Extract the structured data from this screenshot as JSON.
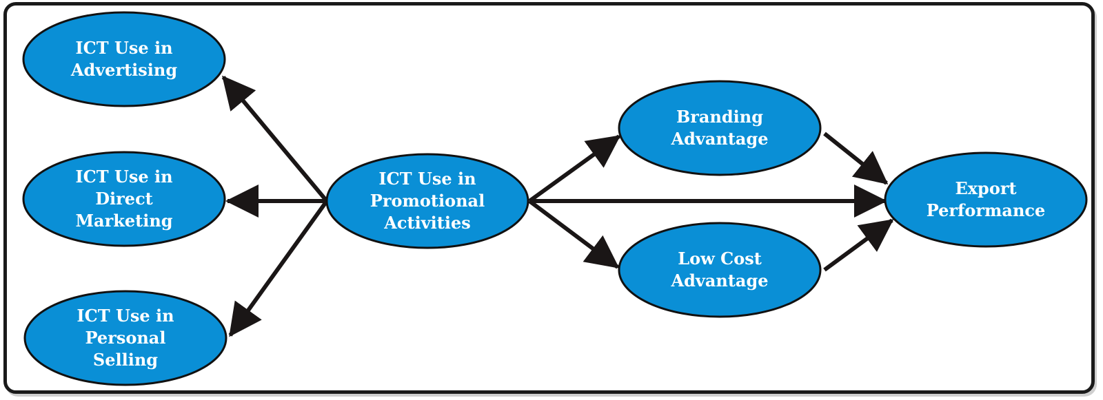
{
  "colors": {
    "node_fill": "#0a8fd6",
    "node_stroke": "#111111",
    "arrow": "#1a1616",
    "label": "#ffffff"
  },
  "nodes": [
    {
      "id": "advertising",
      "lines": [
        "ICT Use in",
        "Advertising"
      ]
    },
    {
      "id": "direct",
      "lines": [
        "ICT Use in",
        "Direct",
        "Marketing"
      ]
    },
    {
      "id": "personal",
      "lines": [
        "ICT Use in",
        "Personal",
        "Selling"
      ]
    },
    {
      "id": "promotional",
      "lines": [
        "ICT Use in",
        "Promotional",
        "Activities"
      ]
    },
    {
      "id": "branding",
      "lines": [
        "Branding",
        "Advantage"
      ]
    },
    {
      "id": "lowcost",
      "lines": [
        "Low Cost",
        "Advantage"
      ]
    },
    {
      "id": "export",
      "lines": [
        "Export",
        "Performance"
      ]
    }
  ],
  "edges": [
    {
      "from": "promotional",
      "to": "advertising"
    },
    {
      "from": "promotional",
      "to": "direct"
    },
    {
      "from": "promotional",
      "to": "personal"
    },
    {
      "from": "promotional",
      "to": "branding"
    },
    {
      "from": "promotional",
      "to": "lowcost"
    },
    {
      "from": "promotional",
      "to": "export"
    },
    {
      "from": "branding",
      "to": "export"
    },
    {
      "from": "lowcost",
      "to": "export"
    }
  ]
}
